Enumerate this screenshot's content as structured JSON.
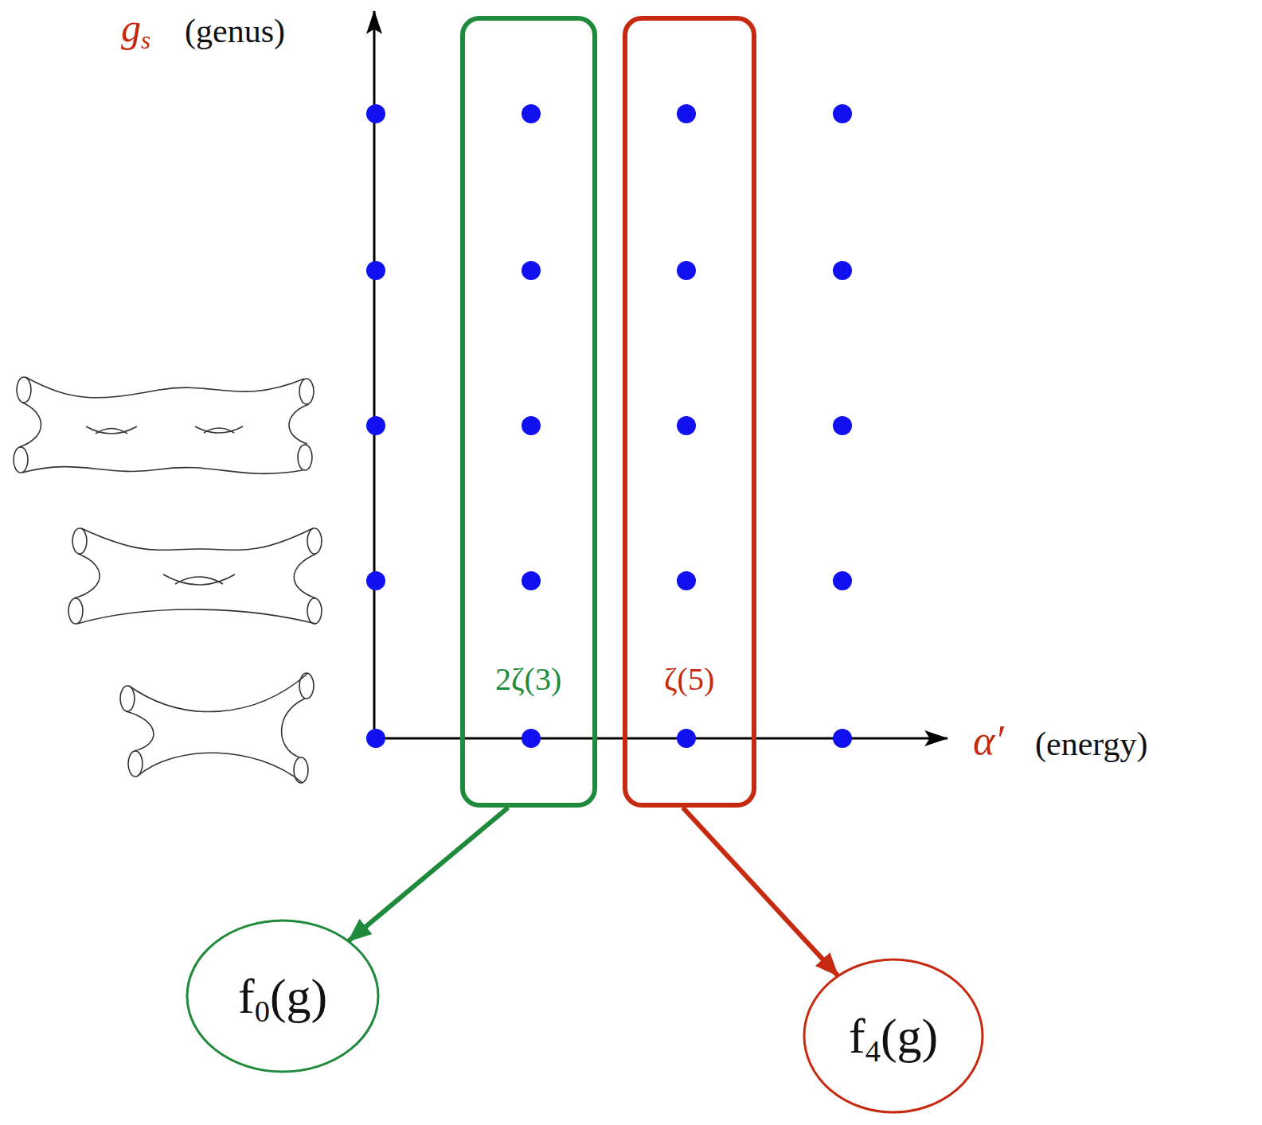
{
  "diagram": {
    "nodes": [
      {
        "text": [
          "2ζ(3)"
        ]
      },
      {
        "text": [
          "ζ(5)"
        ]
      },
      {
        "text": [
          "f0(g)"
        ]
      },
      {
        "text": [
          "f4(g)"
        ]
      }
    ],
    "edges": [
      {
        "from": 0,
        "to": 2,
        "arrow": "to"
      },
      {
        "from": 1,
        "to": 3,
        "arrow": "to"
      }
    ],
    "labels": [
      "gs",
      "(genus)",
      "α′",
      "(energy)"
    ]
  }
}
